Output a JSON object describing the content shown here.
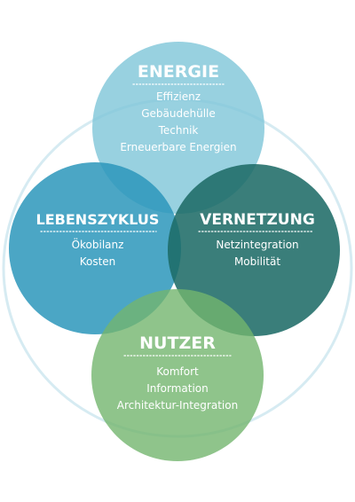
{
  "colors": {
    "energie": "#7ec6d8",
    "lebenszyklus": "#2b97bb",
    "vernetzung": "#1d6b66",
    "nutzer": "#73b56e",
    "outer_ring": "#cfe7f0"
  },
  "nodes": {
    "energie": {
      "title": "ENERGIE",
      "items": [
        "Effizienz",
        "Gebäudehülle",
        "Technik",
        "Erneuerbare Energien"
      ]
    },
    "lebenszyklus": {
      "title": "LEBENSZYKLUS",
      "items": [
        "Ökobilanz",
        "Kosten"
      ]
    },
    "vernetzung": {
      "title": "VERNETZUNG",
      "items": [
        "Netzintegration",
        "Mobilität"
      ]
    },
    "nutzer": {
      "title": "NUTZER",
      "items": [
        "Komfort",
        "Information",
        "Architektur-Integration"
      ]
    }
  }
}
